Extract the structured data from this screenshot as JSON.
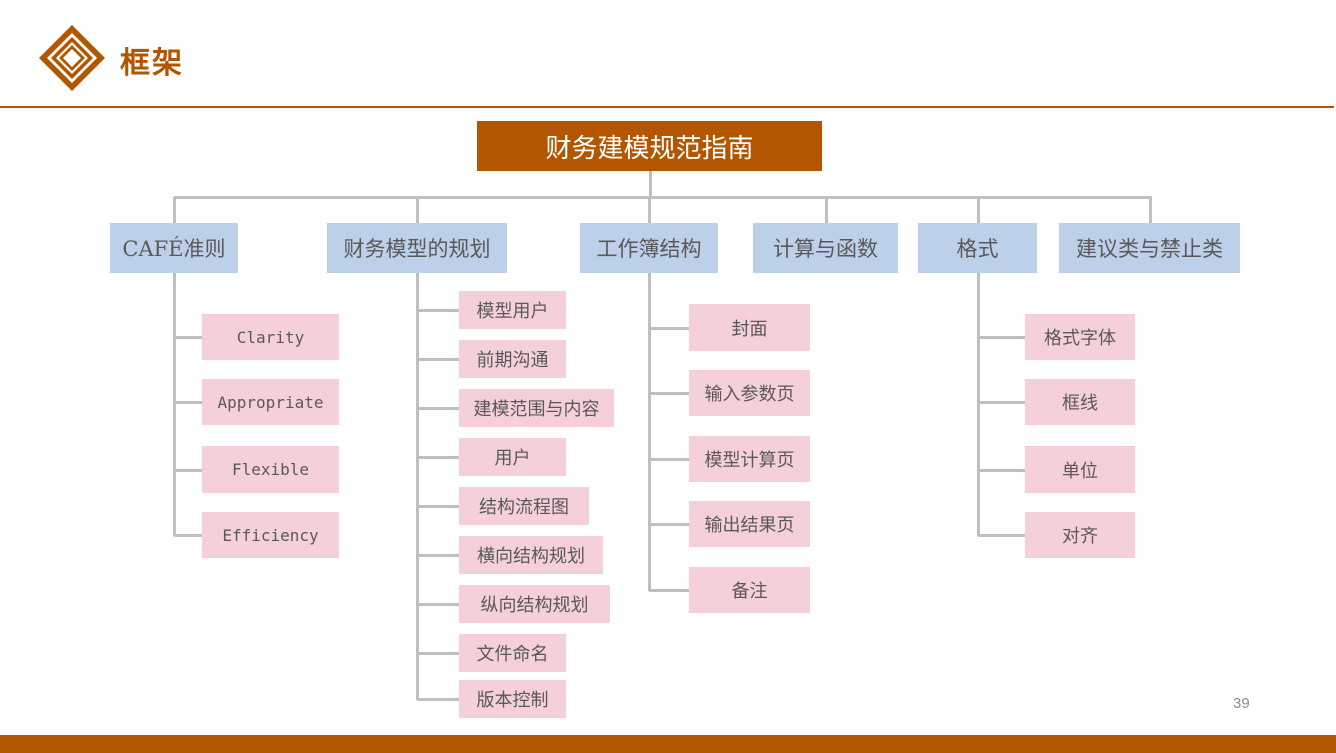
{
  "header": {
    "title": "框架"
  },
  "root": {
    "label": "财务建模规范指南"
  },
  "categories": [
    {
      "label": "CAFÉ准则",
      "children": [
        "Clarity",
        "Appropriate",
        "Flexible",
        "Efficiency"
      ]
    },
    {
      "label": "财务模型的规划",
      "children": [
        "模型用户",
        "前期沟通",
        "建模范围与内容",
        "用户",
        "结构流程图",
        "横向结构规划",
        "纵向结构规划",
        "文件命名",
        "版本控制"
      ]
    },
    {
      "label": "工作簿结构",
      "children": [
        "封面",
        "输入参数页",
        "模型计算页",
        "输出结果页",
        "备注"
      ]
    },
    {
      "label": "计算与函数",
      "children": []
    },
    {
      "label": "格式",
      "children": [
        "格式字体",
        "框线",
        "单位",
        "对齐"
      ]
    },
    {
      "label": "建议类与禁止类",
      "children": []
    }
  ],
  "footer": {
    "page_number": "39"
  },
  "colors": {
    "accent": "#b35600",
    "category": "#bdd0ea",
    "leaf": "#f5d0d8",
    "connector": "#bfbfbf"
  }
}
